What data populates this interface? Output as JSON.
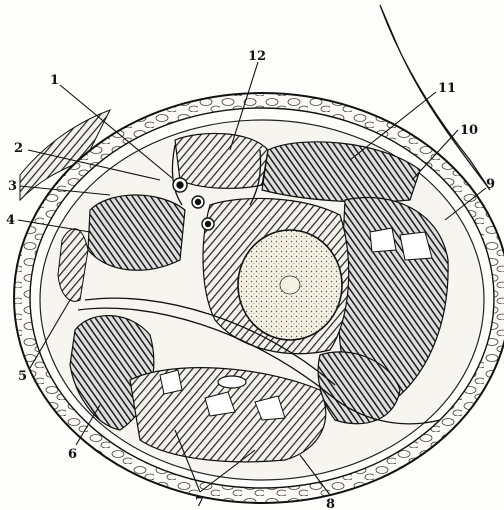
{
  "figure": {
    "labels": {
      "l1": "1",
      "l2": "2",
      "l3": "3",
      "l4": "4",
      "l5": "5",
      "l6": "6",
      "l7": "7",
      "l8": "8",
      "l9": "9",
      "l10": "10",
      "l11": "11",
      "l12": "12"
    },
    "colors": {
      "ink": "#111111",
      "paper": "#fdfdfb",
      "bone": "#efe9d8"
    }
  }
}
